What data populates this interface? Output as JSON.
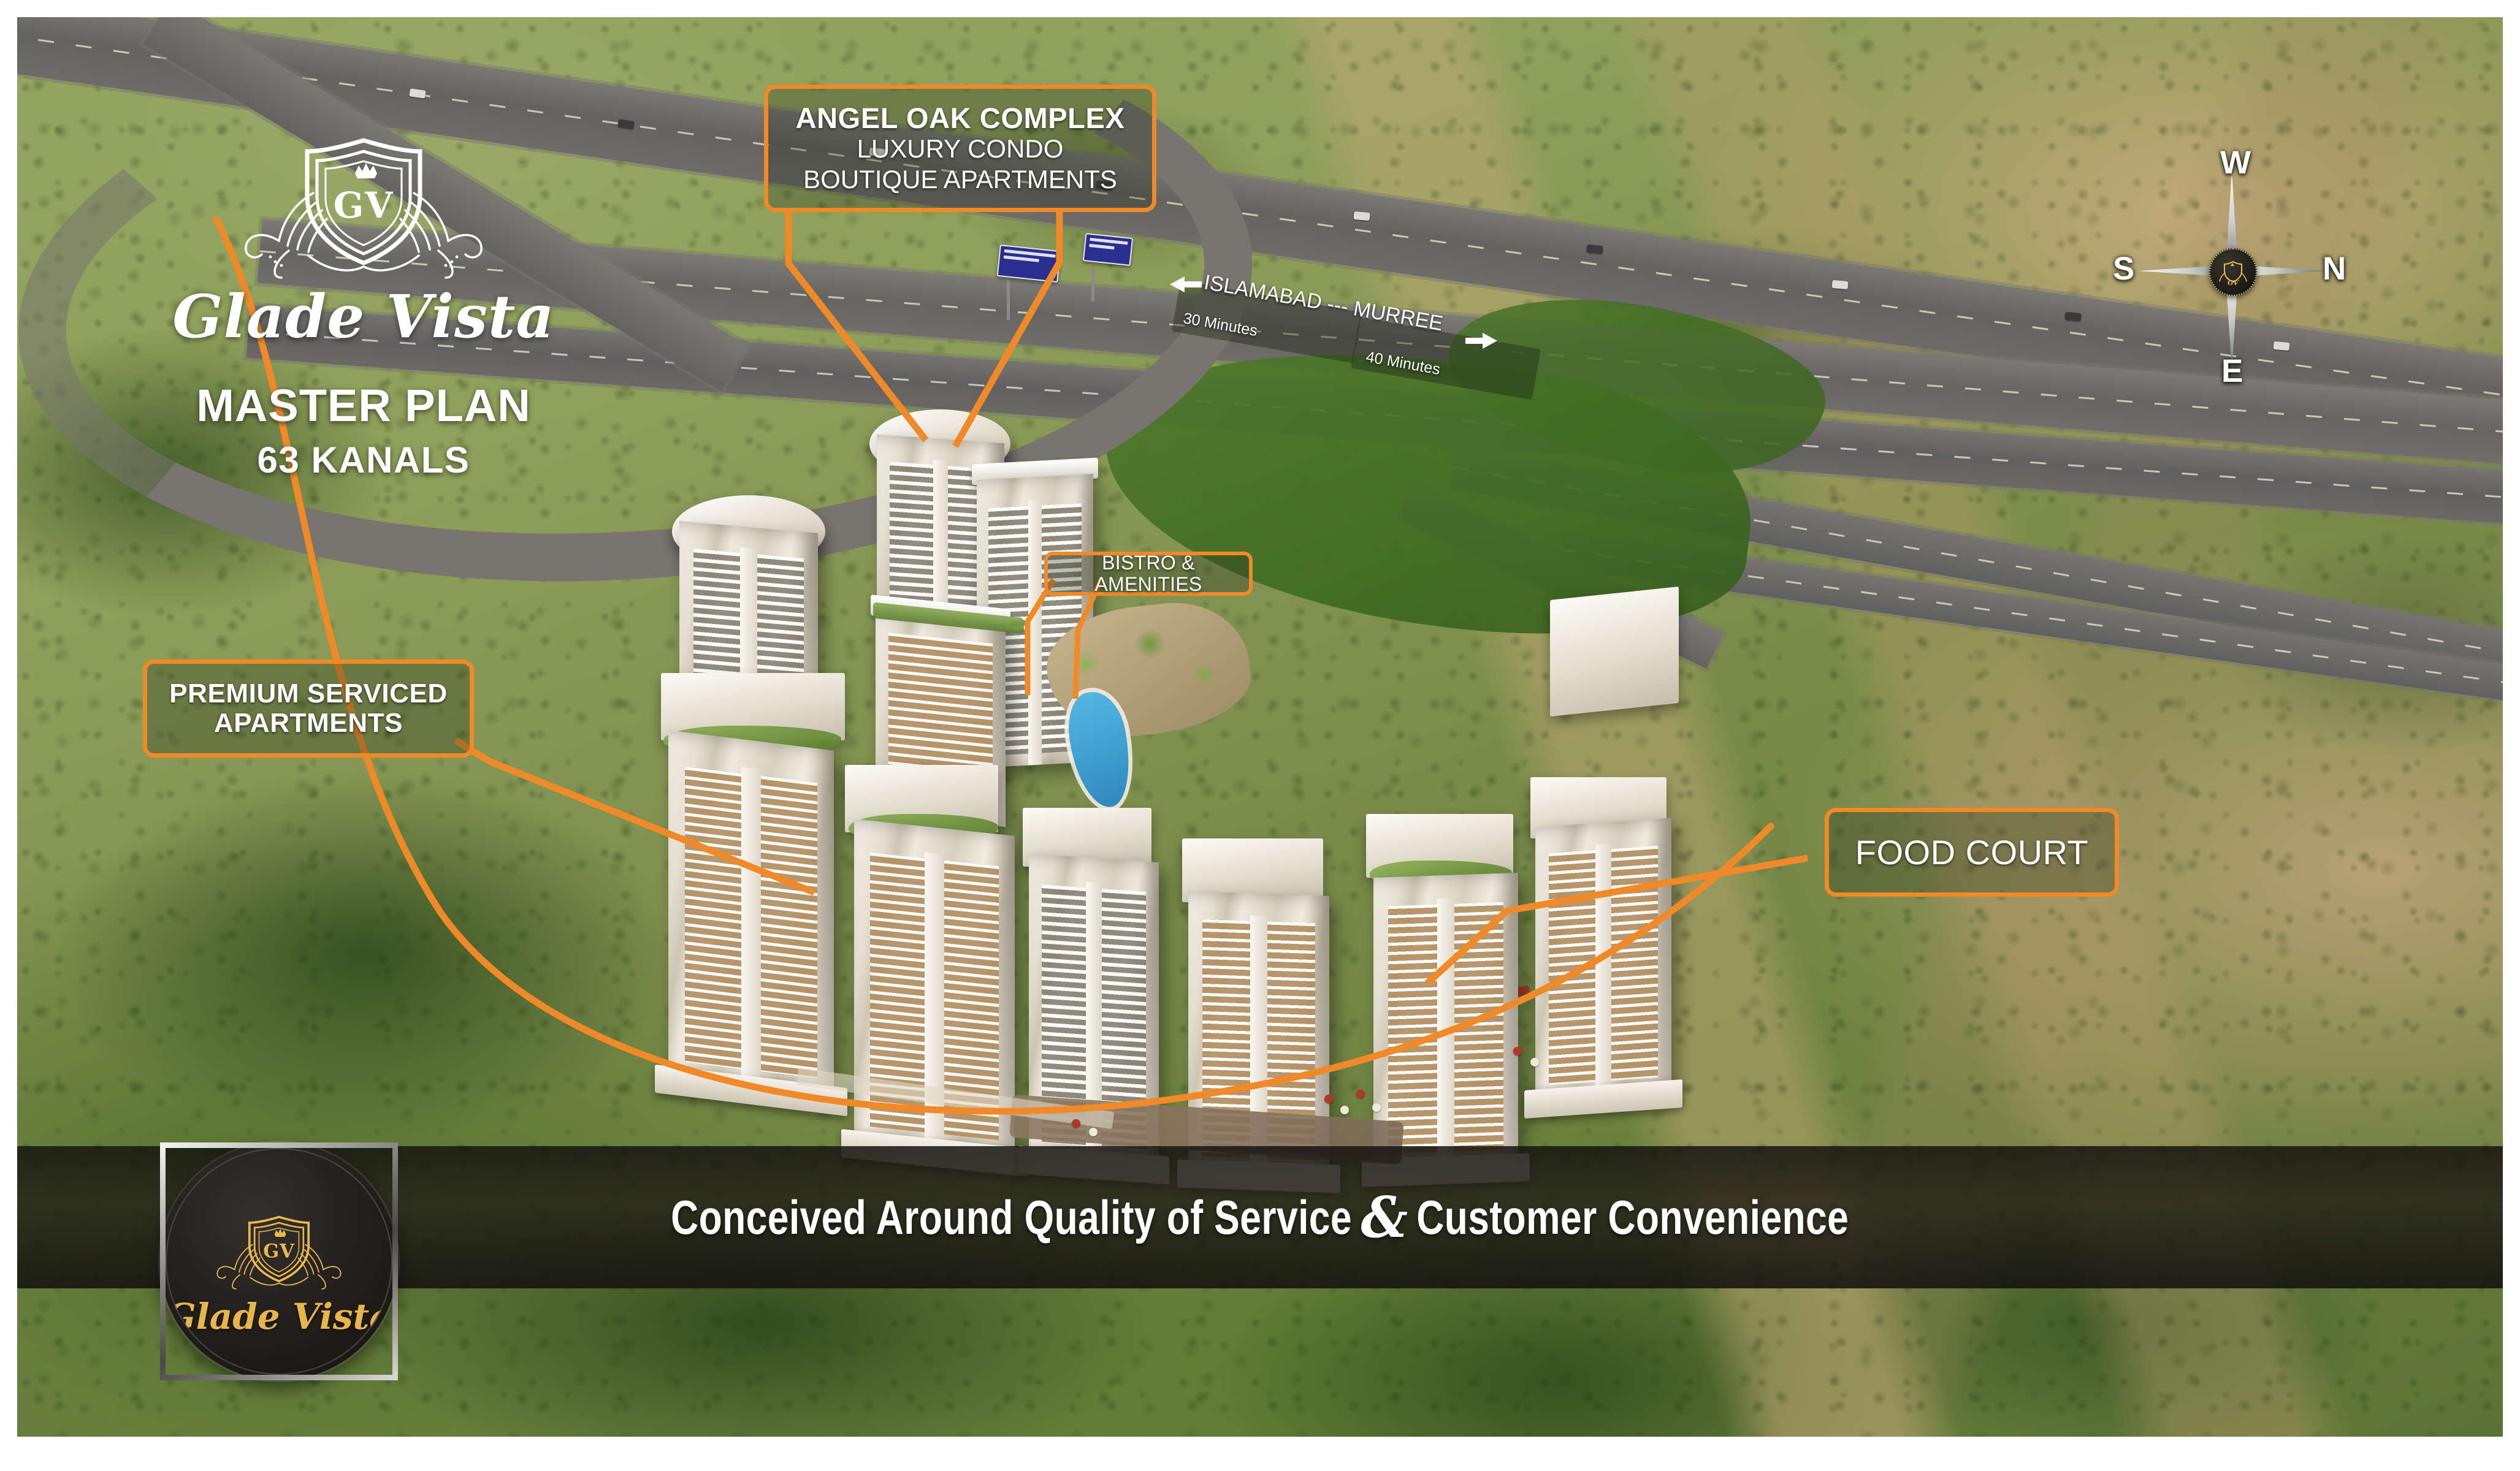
{
  "brand": {
    "monogram": "GV",
    "wordmark": "Glade Vista",
    "title": "MASTER PLAN",
    "subtitle": "63 KANALS"
  },
  "callouts": {
    "angel_oak": {
      "line1": "ANGEL OAK COMPLEX",
      "line2": "LUXURY CONDO",
      "line3": "BOUTIQUE APARTMENTS"
    },
    "premium": {
      "line1": "PREMIUM SERVICED",
      "line2": "APARTMENTS"
    },
    "bistro": {
      "line1": "BISTRO & AMENITIES"
    },
    "food_court": {
      "line1": "FOOD COURT"
    }
  },
  "distances": {
    "route": "ISLAMABAD  ---  MURREE",
    "left_time": "30 Minutes",
    "right_time": "40 Minutes",
    "left_arrow_icon": "arrow-left-icon",
    "right_arrow_icon": "arrow-right-icon"
  },
  "compass": {
    "top": "W",
    "left": "S",
    "right": "N",
    "bottom": "E",
    "center_icon": "glade-vista-logo-icon"
  },
  "banner": {
    "part1": "Conceived Around Quality of Service",
    "ampersand": "&",
    "part2": "Customer Convenience"
  },
  "badge": {
    "monogram": "GV",
    "wordmark": "Glade Vista"
  },
  "colors": {
    "accent_orange": "#F08A28",
    "brand_gold": "#EAB950",
    "banner_dark": "#1A1814",
    "text_white": "#FFFFFF"
  }
}
